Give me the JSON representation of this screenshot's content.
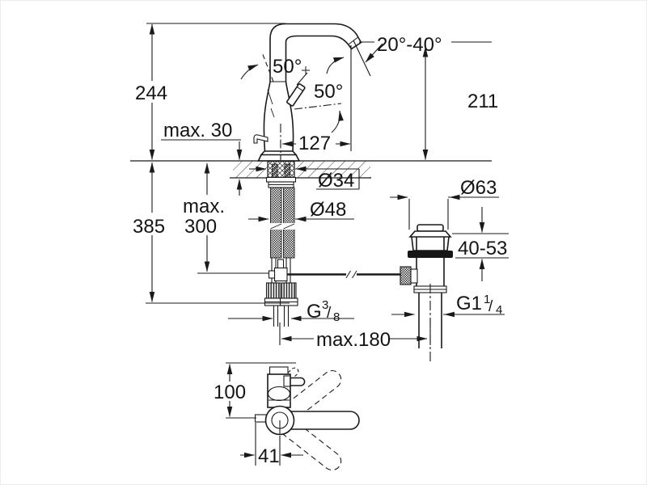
{
  "drawing_title": "basin-mixer-dimension-drawing",
  "colors": {
    "line": "#1a1a1a",
    "background": "#ffffff"
  },
  "front_view": {
    "dim_height_overall": "244",
    "dim_deck_thickness": "max. 30",
    "dim_below_deck_total": "385",
    "dim_hose_length_line1": "max.",
    "dim_hose_length_line2": "300",
    "dim_spout_reach": "127",
    "angle_handle_open": "50°",
    "angle_handle_swing": "50°",
    "angle_spout_range": "20°-40°",
    "dim_spout_height": "211",
    "dia_shank": "Ø34",
    "dia_mounting_hole": "Ø48"
  },
  "drain_view": {
    "dia_flange": "Ø63",
    "dim_clamping_range": "40-53",
    "thread_label": "G1",
    "thread_sup": "1",
    "thread_slash": "/",
    "thread_sub": "4",
    "dim_center_distance": "max.180"
  },
  "supply_hoses": {
    "thread_label": "G",
    "thread_sup": "3",
    "thread_slash": "/",
    "thread_sub": "8"
  },
  "top_view": {
    "dim_body_depth": "100",
    "dim_front_offset": "41"
  }
}
